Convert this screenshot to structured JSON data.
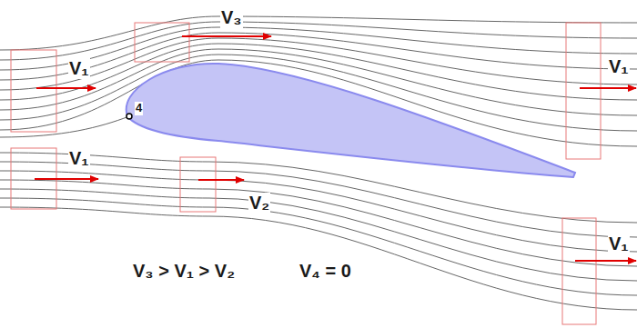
{
  "diagram": {
    "labels": [
      "V₃",
      "V₁",
      "V₁",
      "4",
      "V₁",
      "V₂",
      "V₁",
      "V₃ > V₁ > V₂",
      "V₄ = 0"
    ]
  }
}
